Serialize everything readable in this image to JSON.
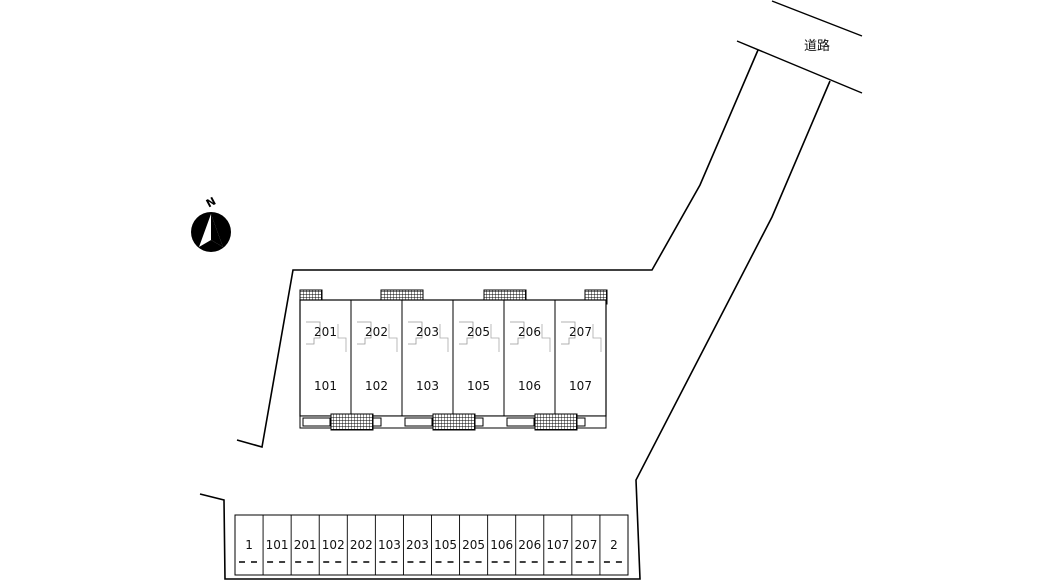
{
  "road_label": "道路",
  "compass": {
    "letter": "N",
    "icon": "north-arrow-icon"
  },
  "building": {
    "upper_units": [
      "201",
      "202",
      "203",
      "205",
      "206",
      "207"
    ],
    "lower_units": [
      "101",
      "102",
      "103",
      "105",
      "106",
      "107"
    ]
  },
  "parking": {
    "spaces": [
      "1",
      "101",
      "201",
      "102",
      "202",
      "103",
      "203",
      "105",
      "205",
      "106",
      "206",
      "107",
      "207",
      "2"
    ]
  }
}
